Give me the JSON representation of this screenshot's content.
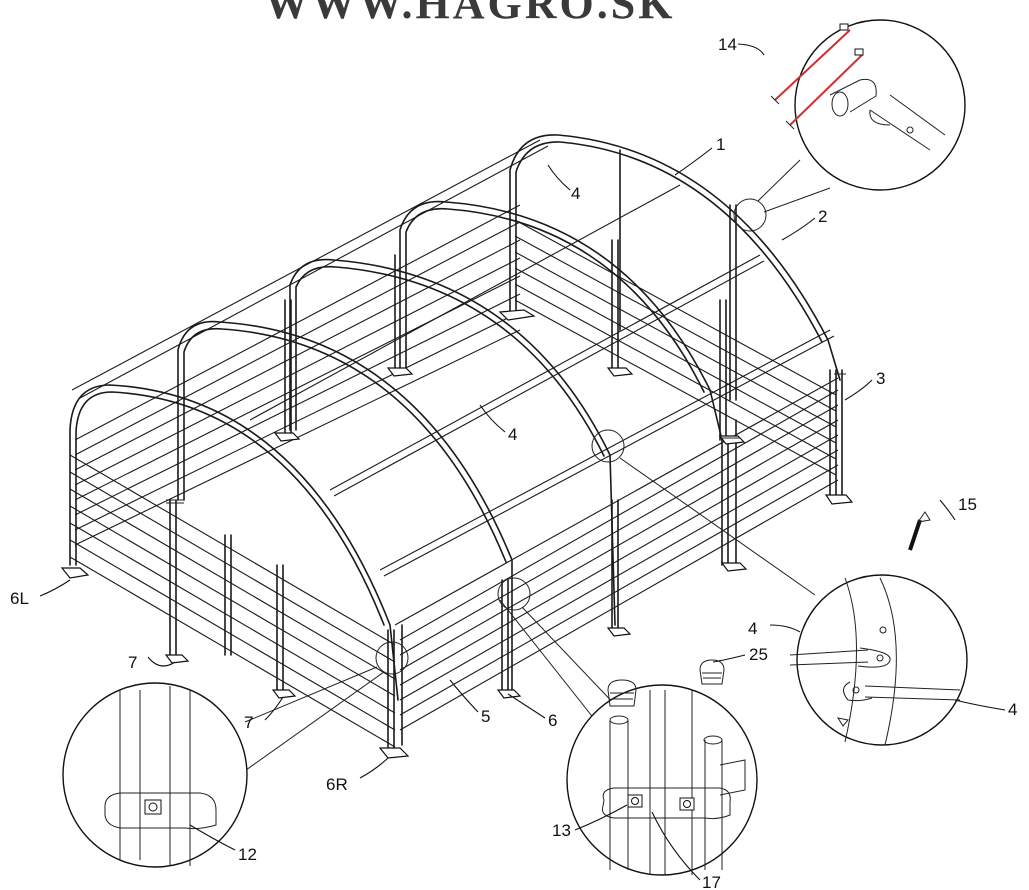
{
  "watermark": {
    "text": "WWW.HAGRO.SK",
    "color": "#3a3a3a"
  },
  "labels": {
    "l1": "1",
    "l2": "2",
    "l3": "3",
    "l4a": "4",
    "l4b": "4",
    "l4c": "4",
    "l4d": "4",
    "l5": "5",
    "l6": "6",
    "l6L": "6L",
    "l6R": "6R",
    "l7a": "7",
    "l7b": "7",
    "l12": "12",
    "l13": "13",
    "l14": "14",
    "l15": "15",
    "l17": "17",
    "l25": "25"
  },
  "colors": {
    "line": "#1a1a1a",
    "bolt_red": "#d23030",
    "background": "#ffffff"
  }
}
